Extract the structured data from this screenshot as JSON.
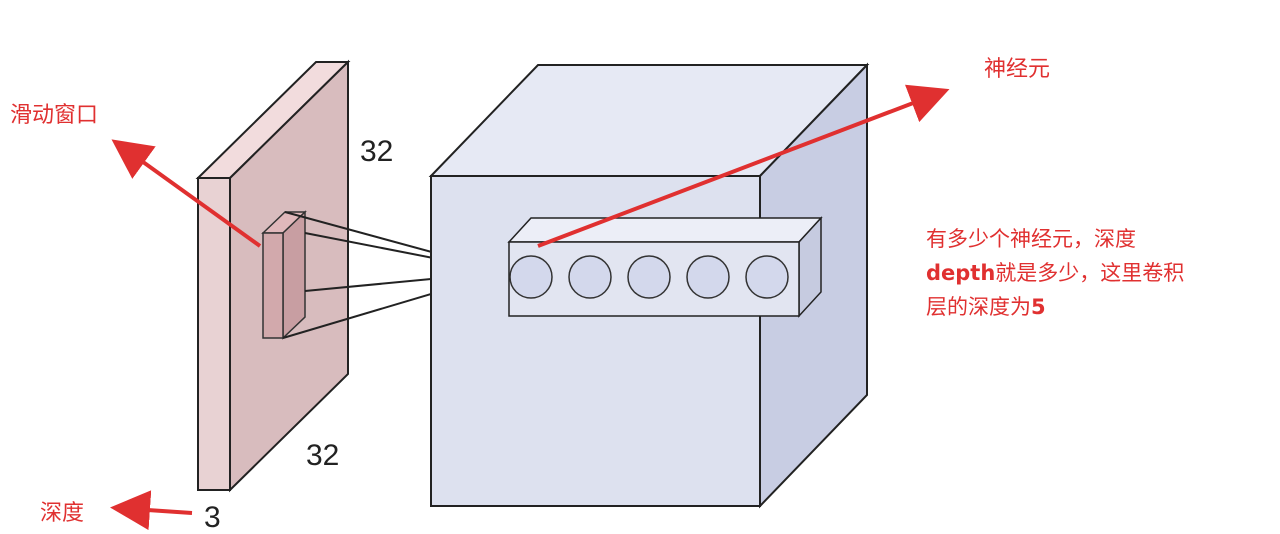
{
  "labels": {
    "sliding_window": "滑动窗口",
    "neuron": "神经元",
    "depth": "深度",
    "input_height": "32",
    "input_width": "32",
    "input_depth": "3"
  },
  "note": {
    "line1": "有多少个神经元，深度",
    "line2_em": "depth",
    "line2_rest": "就是多少，这里卷积",
    "line3_prefix": "层的深度为",
    "line3_em": "5"
  },
  "neuron_count": 5,
  "colors": {
    "annotation": "#e03030",
    "input_volume": "#e7cfd0",
    "conv_volume": "#d9deef"
  }
}
